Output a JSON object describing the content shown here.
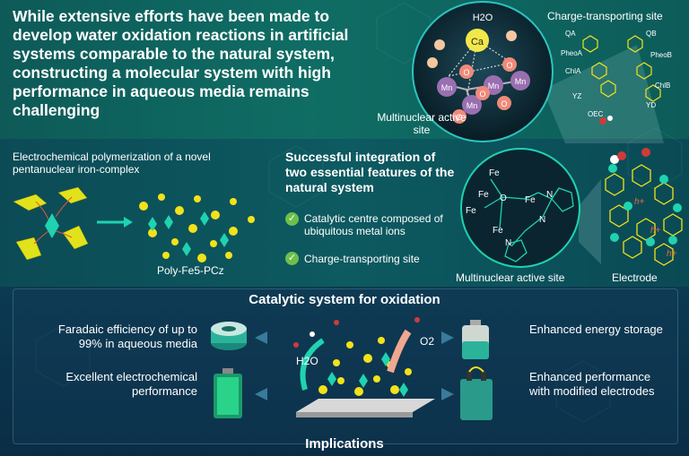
{
  "headline": "While extensive efforts have been made to develop water oxidation reactions in artificial systems comparable to the natural system, constructing a molecular system with high performance in aqueous media remains challenging",
  "top_diagram": {
    "multinuclear_active_site": "Multinuclear active site",
    "charge_transporting_site": "Charge-transporting site",
    "h2o": "H2O",
    "atoms": {
      "ca": "Ca",
      "mn": "Mn",
      "o": "O"
    },
    "cofactors": [
      "QA",
      "QB",
      "PheoA",
      "PheoB",
      "ChlA",
      "ChlB",
      "YZ",
      "YD",
      "OEC"
    ]
  },
  "middle": {
    "polymerization_caption": "Electrochemical polymerization of a novel pentanuclear iron-complex",
    "polymer_name": "Poly-Fe5-PCz",
    "integration_title": "Successful integration of two essential features of the natural system",
    "features": [
      "Catalytic centre composed of ubiquitous metal ions",
      "Charge-transporting site"
    ],
    "active_site_label": "Multinuclear active site",
    "electrode_label": "Electrode",
    "fe_label": "Fe",
    "n_label": "N",
    "o_label": "O",
    "hole_label": "h+"
  },
  "bottom": {
    "title": "Catalytic system for oxidation",
    "faradaic": "Faradaic efficiency of up to 99% in aqueous media",
    "electrochemical": "Excellent electrochemical performance",
    "energy_storage": "Enhanced energy storage",
    "modified_electrodes": "Enhanced performance with modified electrodes",
    "h2o": "H2O",
    "o2": "O2",
    "footer": "Implications"
  },
  "colors": {
    "accent_teal": "#1fd3b0",
    "yellow": "#f2e21a",
    "check_green": "#6cc04a",
    "mn_purple": "#9a6fb0",
    "o_orange": "#f08a7a"
  }
}
